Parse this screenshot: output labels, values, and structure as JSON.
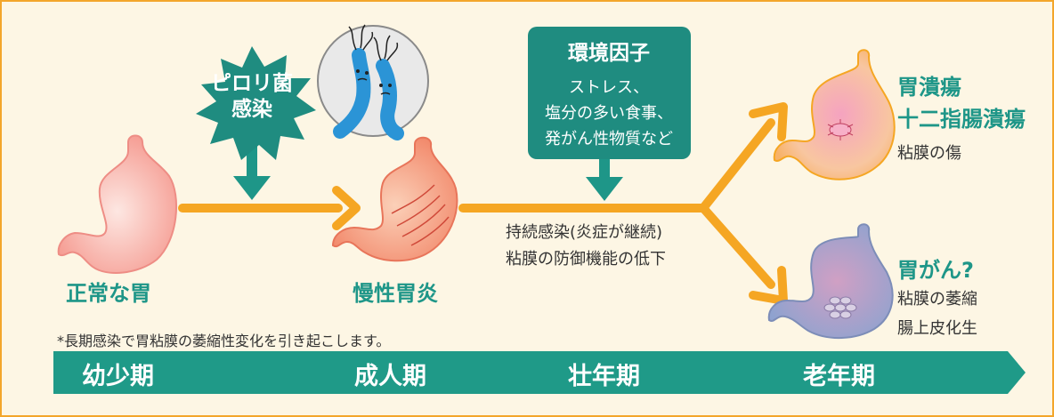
{
  "infection_label": [
    "ピロリ菌",
    "感染"
  ],
  "environment": {
    "title": "環境因子",
    "lines": [
      "ストレス、",
      "塩分の多い食事、",
      "発がん性物質など"
    ]
  },
  "stages": {
    "normal": "正常な胃",
    "gastritis": "慢性胃炎"
  },
  "progression_lines": [
    "持続感染(炎症が継続)",
    "粘膜の防御機能の低下"
  ],
  "ulcer": {
    "title_lines": [
      "胃潰瘍",
      "十二指腸潰瘍"
    ],
    "subtitle": "粘膜の傷"
  },
  "cancer": {
    "title": "胃がん?",
    "lines": [
      "粘膜の萎縮",
      "腸上皮化生"
    ]
  },
  "footnote": "*長期感染で胃粘膜の萎縮性変化を引き起こします。",
  "timeline": [
    "幼少期",
    "成人期",
    "壮年期",
    "老年期"
  ],
  "colors": {
    "border": "#f3a62b",
    "background": "#fdf6e4",
    "teal": "#1e9688",
    "arrow_orange": "#f5a623",
    "timeline": "#1f9a88"
  },
  "icons": [
    "bacteria-icon",
    "normal-stomach-icon",
    "inflamed-stomach-icon",
    "ulcer-stomach-icon",
    "cancer-stomach-icon"
  ]
}
